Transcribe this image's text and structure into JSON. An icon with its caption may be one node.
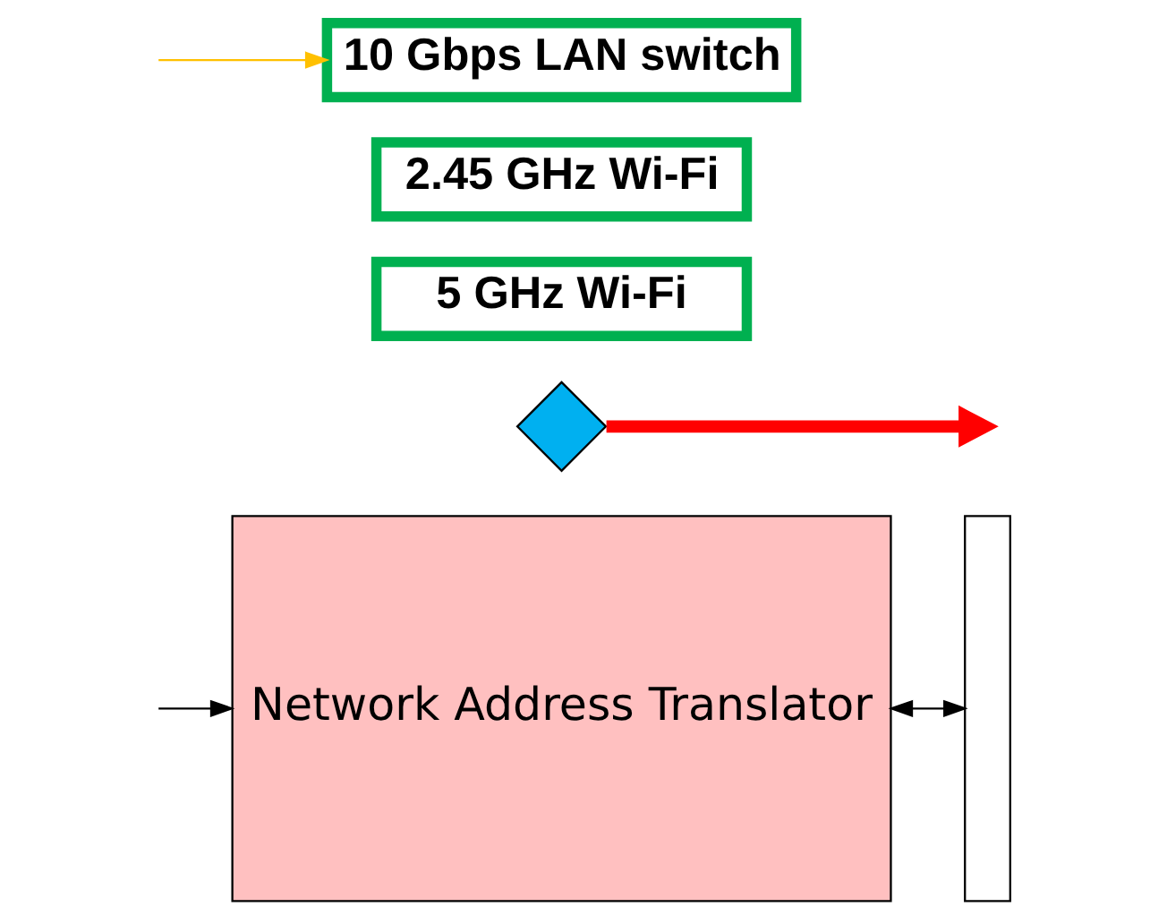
{
  "diagram": {
    "nodes": [
      {
        "text": [
          "Network Address Translator"
        ]
      },
      {
        "text": [],
        "shape": "box"
      },
      {
        "text": [
          "10 Gbps LAN switch"
        ]
      },
      {
        "text": [
          "2.45 GHz Wi-Fi"
        ]
      },
      {
        "text": [
          "5 GHz Wi-Fi"
        ]
      },
      {
        "text": [],
        "shape": "diamond"
      }
    ],
    "edges": [
      {
        "from": null,
        "to": 0,
        "arrow": "to"
      },
      {
        "from": 0,
        "to": 1,
        "arrow": "both"
      },
      {
        "from": null,
        "to": 2,
        "arrow": "to",
        "color": "#ffc000"
      },
      {
        "from": 5,
        "to": null,
        "arrow": "to",
        "style": "thick",
        "color": "#ff0000"
      }
    ]
  }
}
